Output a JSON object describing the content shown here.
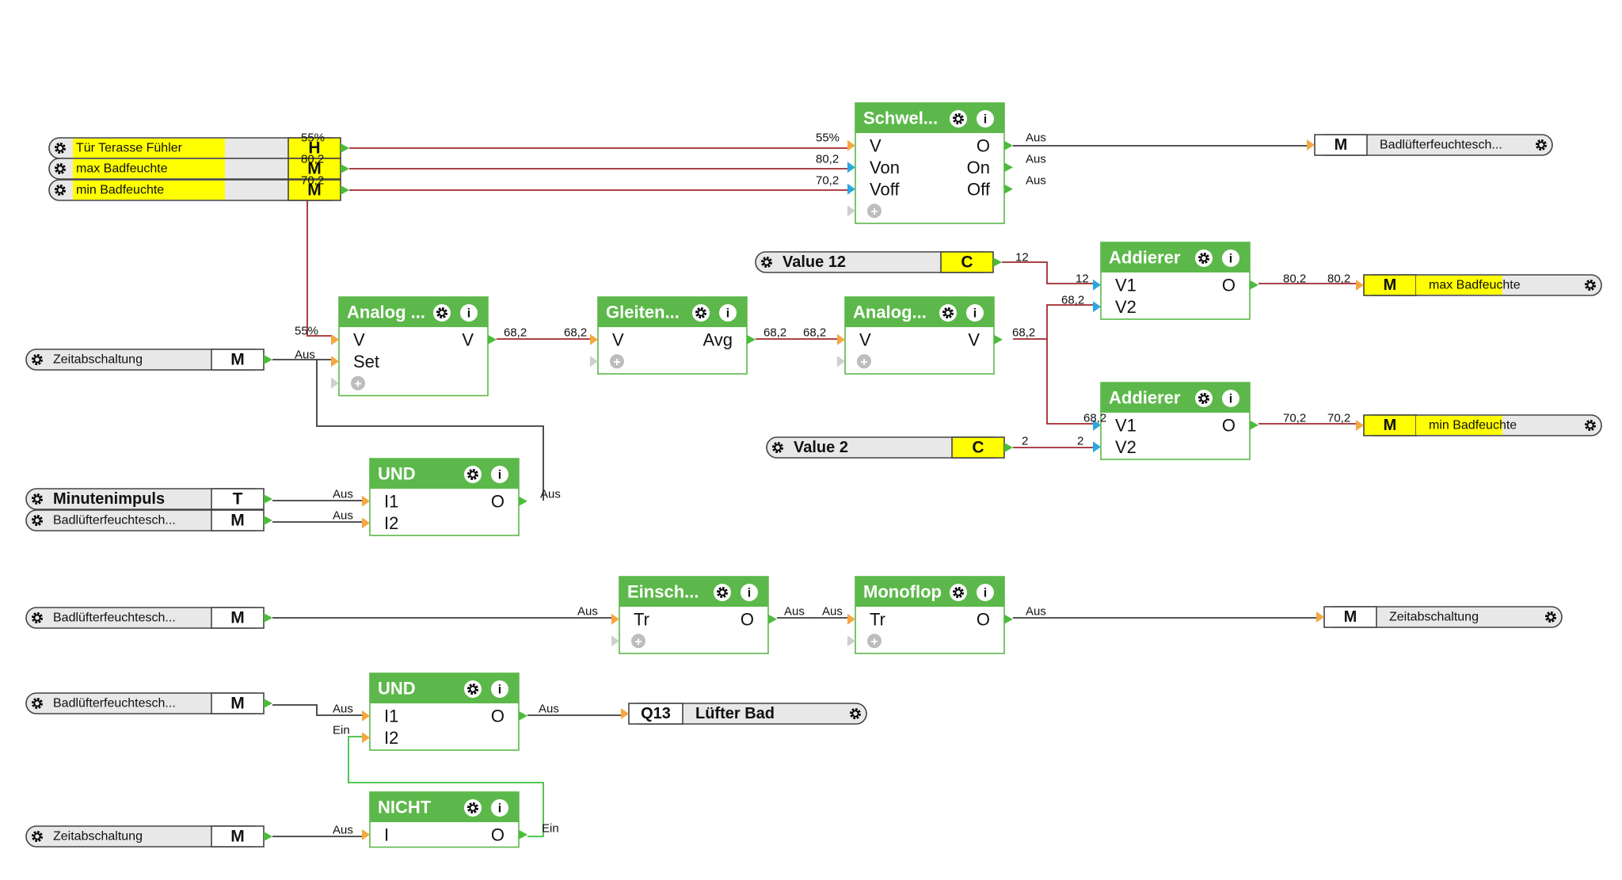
{
  "colors": {
    "wire_active": "#a0282f",
    "wire_off": "#3c3c3c",
    "wire_green": "#3fbf3f",
    "block_green": "#5cb84a",
    "port_orange": "#f5a742",
    "port_blue": "#29a8de",
    "port_green": "#4cbb3c",
    "highlight_yellow": "#ffff00",
    "ref_gray": "#e8e8e8"
  },
  "references": [
    {
      "id": "r1",
      "label": "Tür Terasse Fühler",
      "tag": "H",
      "hl": true
    },
    {
      "id": "r2",
      "label": "max Badfeuchte",
      "tag": "M",
      "hl": true
    },
    {
      "id": "r3",
      "label": "min Badfeuchte",
      "tag": "M",
      "hl": true
    },
    {
      "id": "r4",
      "label": "Zeitabschaltung",
      "tag": "M",
      "hl": false
    },
    {
      "id": "r5",
      "label": "Minutenimpuls",
      "tag": "T",
      "hl": false,
      "big": true
    },
    {
      "id": "r6",
      "label": "Badlüfterfeuchtesch...",
      "tag": "M",
      "hl": false
    },
    {
      "id": "r7",
      "label": "Badlüfterfeuchtesch...",
      "tag": "M",
      "hl": false
    },
    {
      "id": "r8",
      "label": "Badlüfterfeuchtesch...",
      "tag": "M",
      "hl": false
    },
    {
      "id": "r9",
      "label": "Zeitabschaltung",
      "tag": "M",
      "hl": false
    },
    {
      "id": "r10",
      "label": "Value 12",
      "tag": "C",
      "hl": false,
      "big": true,
      "const": true
    },
    {
      "id": "r11",
      "label": "Value 2",
      "tag": "C",
      "hl": false,
      "big": true,
      "const": true
    }
  ],
  "outputs": [
    {
      "id": "o1",
      "tag": "M",
      "label": "Badlüfterfeuchtesch...",
      "hl": false
    },
    {
      "id": "o2",
      "tag": "M",
      "label": "max Badfeuchte",
      "hl": true
    },
    {
      "id": "o3",
      "tag": "M",
      "label": "min Badfeuchte",
      "hl": true
    },
    {
      "id": "o4",
      "tag": "M",
      "label": "Zeitabschaltung",
      "hl": false
    },
    {
      "id": "o5",
      "tag": "Q13",
      "label": "Lüfter Bad",
      "hl": false,
      "big": true
    }
  ],
  "blocks": [
    {
      "id": "b1",
      "title": "Schwel...",
      "inputs": [
        "V",
        "Von",
        "Voff"
      ],
      "outputs": [
        "O",
        "On",
        "Off"
      ]
    },
    {
      "id": "b2",
      "title": "Analog ...",
      "inputs": [
        "V",
        "Set"
      ],
      "outputs": [
        "V"
      ]
    },
    {
      "id": "b3",
      "title": "Gleiten...",
      "inputs": [
        "V"
      ],
      "outputs": [
        "Avg"
      ]
    },
    {
      "id": "b4",
      "title": "Analog...",
      "inputs": [
        "V"
      ],
      "outputs": [
        "V"
      ]
    },
    {
      "id": "b5",
      "title": "Addierer",
      "inputs": [
        "V1",
        "V2"
      ],
      "outputs": [
        "O"
      ]
    },
    {
      "id": "b6",
      "title": "Addierer",
      "inputs": [
        "V1",
        "V2"
      ],
      "outputs": [
        "O"
      ]
    },
    {
      "id": "b7",
      "title": "UND",
      "inputs": [
        "I1",
        "I2"
      ],
      "outputs": [
        "O"
      ]
    },
    {
      "id": "b8",
      "title": "Einsch...",
      "inputs": [
        "Tr"
      ],
      "outputs": [
        "O"
      ]
    },
    {
      "id": "b9",
      "title": "Monoflop",
      "inputs": [
        "Tr"
      ],
      "outputs": [
        "O"
      ]
    },
    {
      "id": "b10",
      "title": "UND",
      "inputs": [
        "I1",
        "I2"
      ],
      "outputs": [
        "O"
      ]
    },
    {
      "id": "b11",
      "title": "NICHT",
      "inputs": [
        "I"
      ],
      "outputs": [
        "O"
      ]
    }
  ],
  "wire_labels": [
    "55%",
    "55%",
    "80,2",
    "80,2",
    "70,2",
    "70,2",
    "Aus",
    "Aus",
    "Aus",
    "12",
    "12",
    "68,2",
    "68,2",
    "68,2",
    "68,2",
    "68,2",
    "68,2",
    "68,2",
    "68,2",
    "80,2",
    "80,2",
    "70,2",
    "70,2",
    "2",
    "2",
    "55%",
    "Aus",
    "Aus",
    "Aus",
    "Aus",
    "Aus",
    "Aus",
    "Aus",
    "Aus",
    "Aus",
    "Aus",
    "Ein",
    "Aus",
    "Ein"
  ]
}
